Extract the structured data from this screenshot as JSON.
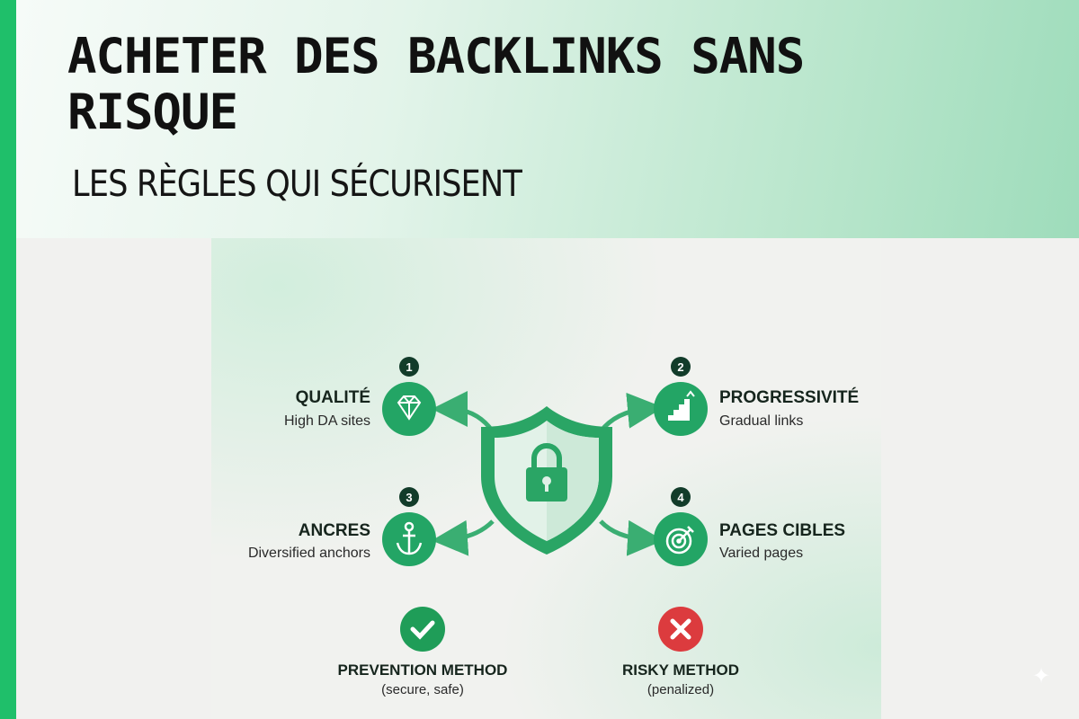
{
  "header": {
    "title": "ACHETER DES BACKLINKS SANS RISQUE",
    "subtitle": "LES RÈGLES QUI SÉCURISENT"
  },
  "rules": [
    {
      "number": "1",
      "title": "QUALITÉ",
      "subtitle": "High DA sites",
      "icon": "diamond-icon"
    },
    {
      "number": "2",
      "title": "PROGRESSIVITÉ",
      "subtitle": "Gradual links",
      "icon": "stairs-icon"
    },
    {
      "number": "3",
      "title": "ANCRES",
      "subtitle": "Diversified anchors",
      "icon": "anchor-icon"
    },
    {
      "number": "4",
      "title": "PAGES CIBLES",
      "subtitle": "Varied pages",
      "icon": "target-icon"
    }
  ],
  "methods": [
    {
      "title": "PREVENTION METHOD",
      "subtitle": "(secure, safe)",
      "icon": "check-icon"
    },
    {
      "title": "RISKY METHOD",
      "subtitle": "(penalized)",
      "icon": "x-icon"
    }
  ],
  "colors": {
    "accent": "#1fbf6a",
    "green": "#23a565",
    "dark": "#123c2a",
    "red": "#dc3b3e"
  }
}
